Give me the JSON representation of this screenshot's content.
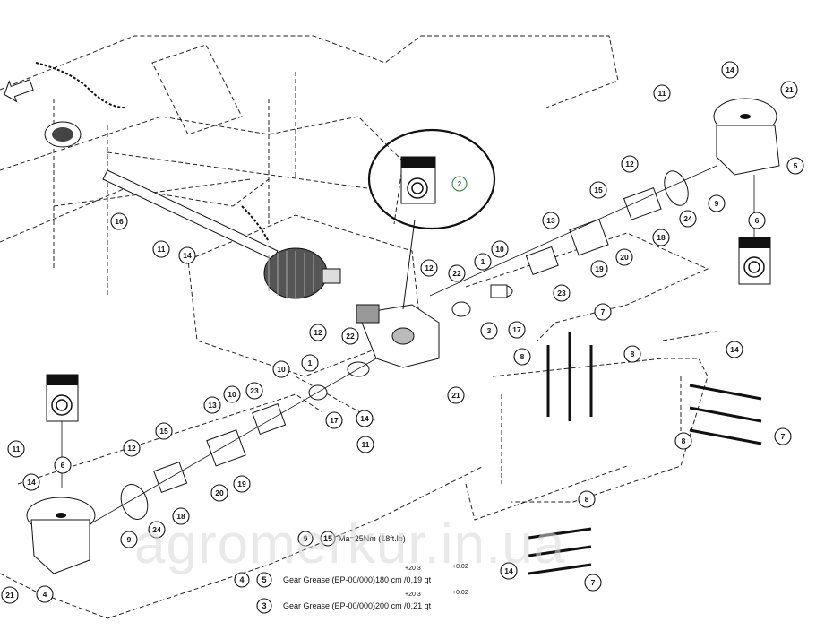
{
  "diagram": {
    "callouts": [
      {
        "n": "14"
      },
      {
        "n": "11"
      },
      {
        "n": "21"
      },
      {
        "n": "5"
      },
      {
        "n": "12"
      },
      {
        "n": "9"
      },
      {
        "n": "24"
      },
      {
        "n": "6"
      },
      {
        "n": "15"
      },
      {
        "n": "18"
      },
      {
        "n": "13"
      },
      {
        "n": "10"
      },
      {
        "n": "19"
      },
      {
        "n": "20"
      },
      {
        "n": "23"
      },
      {
        "n": "16"
      },
      {
        "n": "11"
      },
      {
        "n": "14"
      },
      {
        "n": "12"
      },
      {
        "n": "22"
      },
      {
        "n": "1"
      },
      {
        "n": "17"
      },
      {
        "n": "3"
      },
      {
        "n": "12"
      },
      {
        "n": "22"
      },
      {
        "n": "10"
      },
      {
        "n": "1"
      },
      {
        "n": "17"
      },
      {
        "n": "21"
      },
      {
        "n": "14"
      },
      {
        "n": "11"
      },
      {
        "n": "7"
      },
      {
        "n": "8"
      },
      {
        "n": "8"
      },
      {
        "n": "14"
      },
      {
        "n": "7"
      },
      {
        "n": "8"
      },
      {
        "n": "13"
      },
      {
        "n": "10"
      },
      {
        "n": "23"
      },
      {
        "n": "15"
      },
      {
        "n": "12"
      },
      {
        "n": "20"
      },
      {
        "n": "19"
      },
      {
        "n": "18"
      },
      {
        "n": "24"
      },
      {
        "n": "9"
      },
      {
        "n": "11"
      },
      {
        "n": "14"
      },
      {
        "n": "6"
      },
      {
        "n": "21"
      },
      {
        "n": "4"
      },
      {
        "n": "8"
      },
      {
        "n": "14"
      },
      {
        "n": "7"
      }
    ],
    "highlight_callout": "2"
  },
  "legend": {
    "row1": {
      "nums": [
        "9",
        "15"
      ],
      "text": "Ma=25Nm (18ft.lb)"
    },
    "row2": {
      "nums": [
        "4",
        "5"
      ],
      "text": "Gear Grease (EP-00/000)180  cm  /0,19 qt",
      "sup1": "+20  3",
      "sup2": "+0.02"
    },
    "row3": {
      "nums": [
        "3"
      ],
      "text": "Gear Grease (EP-00/000)200  cm  /0,21 qt",
      "sup1": "+20  3",
      "sup2": "+0.02"
    }
  },
  "watermark": "agromerkur.in.ua"
}
